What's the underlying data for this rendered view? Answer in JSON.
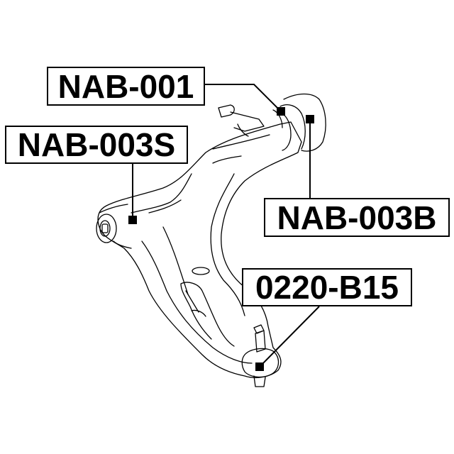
{
  "diagram": {
    "subject": "front lower control arm",
    "stroke_color": "#000000",
    "background_color": "#ffffff"
  },
  "callouts": [
    {
      "id": "nab-001",
      "label": "NAB-001",
      "part": "front bushing"
    },
    {
      "id": "nab-003s",
      "label": "NAB-003S",
      "part": "rear bushing"
    },
    {
      "id": "nab-003b",
      "label": "NAB-003B",
      "part": "rear large bushing"
    },
    {
      "id": "0220-b15",
      "label": "0220-B15",
      "part": "ball joint"
    }
  ]
}
